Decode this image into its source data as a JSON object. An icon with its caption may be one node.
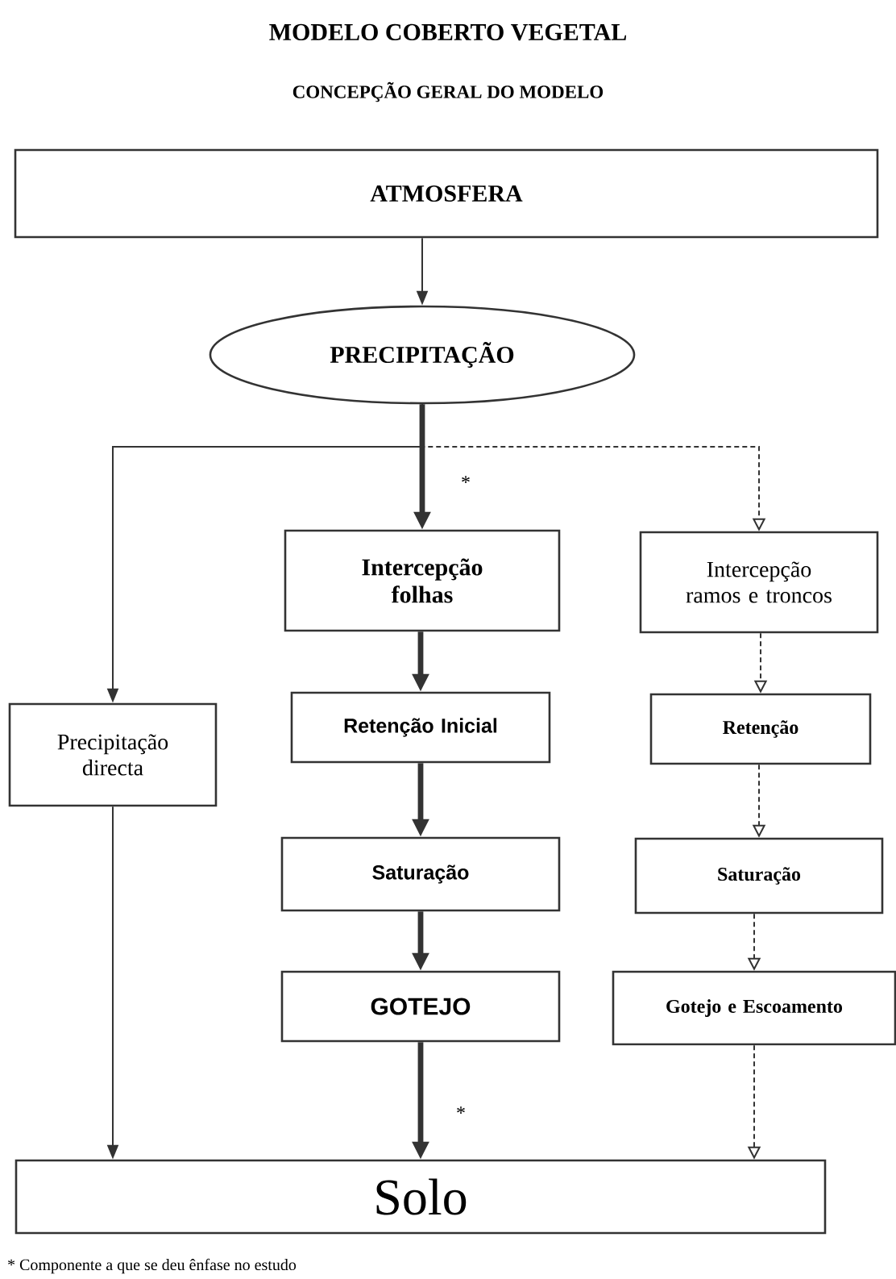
{
  "diagram": {
    "title": "MODELO COBERTO VEGETAL",
    "nodes": [
      {
        "text": [
          "ATMOSFERA"
        ]
      },
      {
        "text": [
          "PRECIPITAÇÃO"
        ]
      },
      {
        "text": [
          "Intercepção folhas"
        ]
      },
      {
        "text": [
          "Intercepção ramos e troncos"
        ]
      },
      {
        "text": [
          "Precipitação directa"
        ]
      },
      {
        "text": [
          "Retenção Inicial"
        ]
      },
      {
        "text": [
          "Retenção"
        ]
      },
      {
        "text": [
          "Saturação"
        ]
      },
      {
        "text": [
          "Saturação"
        ]
      },
      {
        "text": [
          "GOTEJO"
        ]
      },
      {
        "text": [
          "Gotejo e Escoamento"
        ]
      },
      {
        "text": [
          "Solo"
        ]
      }
    ],
    "edges": [
      {
        "from": 0,
        "to": 1,
        "arrow": "to"
      },
      {
        "from": 1,
        "to": 4,
        "arrow": "to"
      },
      {
        "from": 1,
        "to": 2,
        "arrow": "to",
        "style": "thick"
      },
      {
        "from": 1,
        "to": 3,
        "arrow": "to",
        "style": "dashed"
      },
      {
        "from": 2,
        "to": 5,
        "arrow": "to",
        "style": "thick"
      },
      {
        "from": 5,
        "to": 7,
        "arrow": "to",
        "style": "thick"
      },
      {
        "from": 7,
        "to": 9,
        "arrow": "to",
        "style": "thick"
      },
      {
        "from": 9,
        "to": 11,
        "arrow": "to",
        "style": "thick"
      },
      {
        "from": 3,
        "to": 6,
        "arrow": "to",
        "style": "dashed"
      },
      {
        "from": 6,
        "to": 8,
        "arrow": "to",
        "style": "dashed"
      },
      {
        "from": 8,
        "to": 10,
        "arrow": "to",
        "style": "dashed"
      },
      {
        "from": 10,
        "to": 11,
        "arrow": "to",
        "style": "dashed"
      },
      {
        "from": 4,
        "to": 11,
        "arrow": "to"
      }
    ],
    "labels": [
      "CONCEPÇÃO GERAL DO MODELO",
      "*",
      "*",
      "* Componente a que se deu ênfase no estudo"
    ]
  }
}
